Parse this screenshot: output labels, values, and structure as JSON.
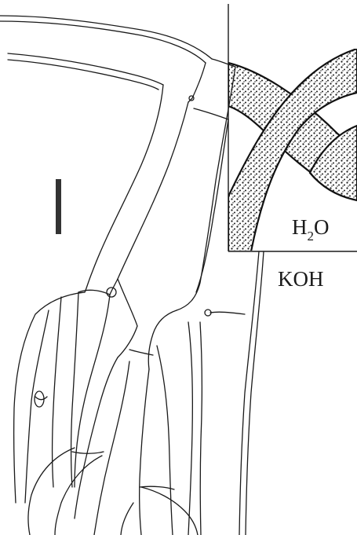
{
  "panel_labels": {
    "water": "H",
    "water_sub": "2",
    "water_tail": "O",
    "alkali": "KOH"
  },
  "colors": {
    "ink": "#1a1a1a",
    "background": "#ffffff"
  }
}
